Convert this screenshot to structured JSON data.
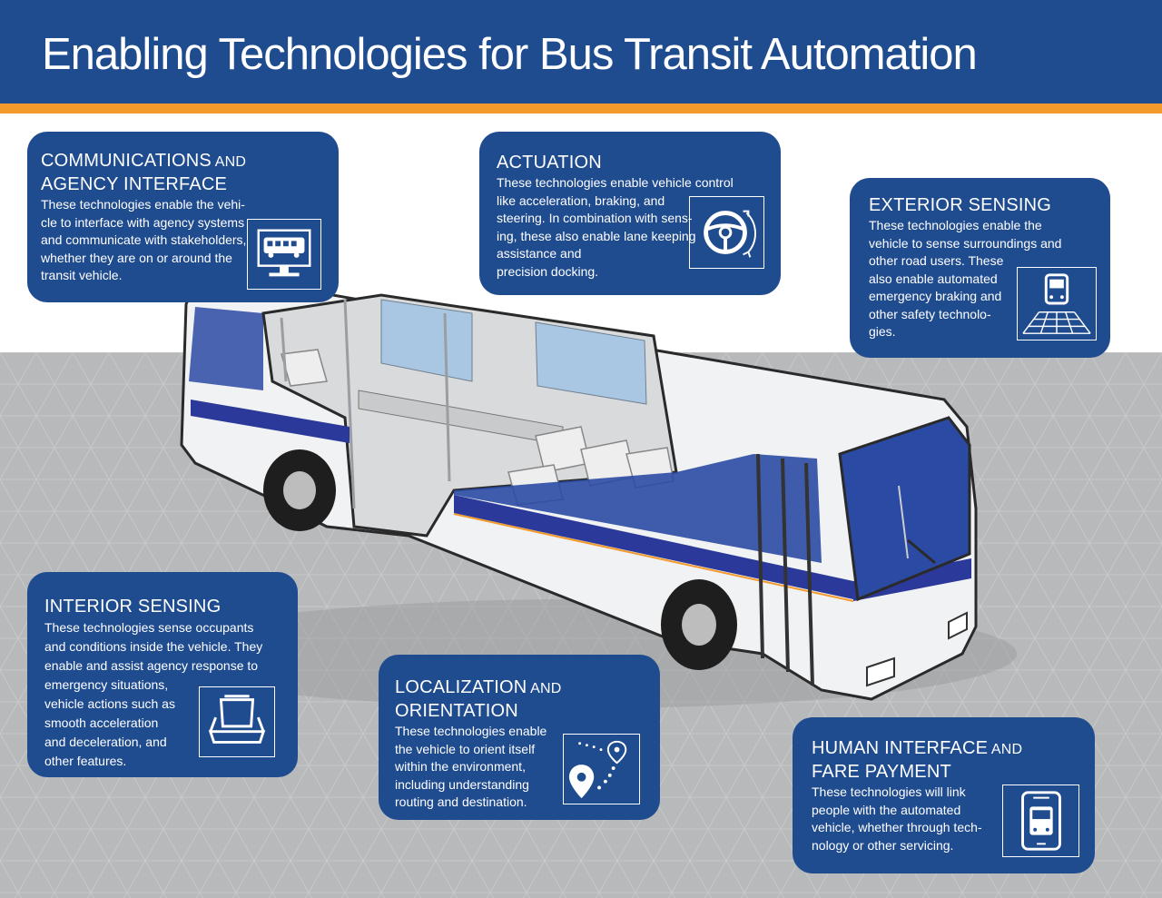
{
  "title": "Enabling Technologies for Bus Transit Automation",
  "colors": {
    "brand_blue": "#1f4b8f",
    "accent_orange": "#f39a2b",
    "ground_gray": "#b7b9bb"
  },
  "cards": {
    "communications": {
      "title_part1": "COMMUNICATIONS",
      "title_part2": " AND",
      "title_part3": "AGENCY INTERFACE",
      "body": "These technologies enable the vehi-\ncle to interface with agency systems\nand communicate with stakeholders,\nwhether they are on or around the\ntransit vehicle.",
      "icon": "bus-monitor-icon"
    },
    "actuation": {
      "title": "ACTUATION",
      "body": "These technologies enable vehicle control\nlike acceleration, braking, and\nsteering. In combination with sens-\ning, these also enable lane keeping\nassistance and\nprecision docking.",
      "icon": "steering-wheel-icon"
    },
    "exterior": {
      "title": "EXTERIOR SENSING",
      "body": "These  technologies enable the\nvehicle to sense surroundings and\nother road users. These\nalso enable automated\nemergency braking and\nother safety technolo-\ngies.",
      "icon": "bus-road-grid-icon"
    },
    "interior": {
      "title": "INTERIOR SENSING",
      "body": "These  technologies sense occupants\nand conditions inside the vehicle. They\nenable and assist agency response to\nemergency situations,\nvehicle actions such as\nsmooth acceleration\nand deceleration, and\nother features.",
      "icon": "seat-icon"
    },
    "localization": {
      "title_part1": "LOCALIZATION",
      "title_part2": " AND",
      "title_part3": "ORIENTATION",
      "body": "These  technologies enable\nthe vehicle to orient itself\nwithin the environment,\nincluding understanding\nrouting and destination.",
      "icon": "route-pin-icon"
    },
    "human": {
      "title_part1": "HUMAN INTERFACE",
      "title_part2": " AND",
      "title_part3": "FARE PAYMENT",
      "body": "These technologies will link\npeople with  the automated\nvehicle, whether through tech-\nnology or other servicing.",
      "icon": "phone-bus-icon"
    }
  }
}
